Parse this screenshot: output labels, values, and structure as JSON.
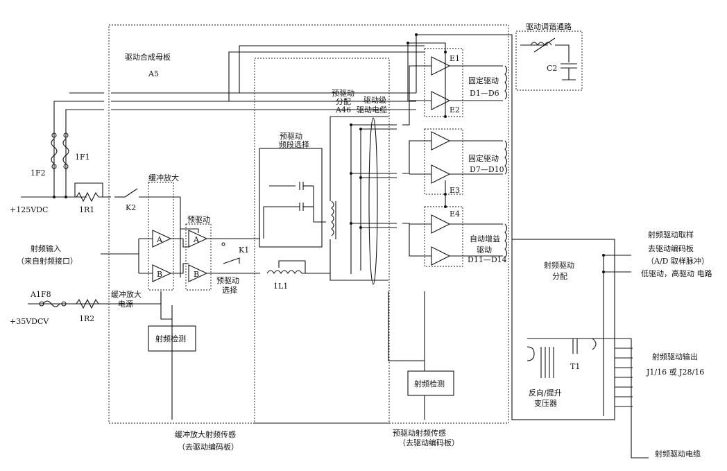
{
  "labels": {
    "drive_tuning_path": "驱动调谐通路",
    "drive_combiner_board": "驱动合成母板",
    "a5": "A5",
    "e1": "E1",
    "e2": "E2",
    "e3": "E3",
    "e4": "E4",
    "c2": "C2",
    "fixed_drive_1": "固定驱动",
    "d1_d6": "D1—D6",
    "fixed_drive_2": "固定驱动",
    "d7_d10": "D7—D10",
    "auto_gain_drive_1": "自动增益",
    "auto_gain_drive_2": "驱动",
    "d11_d14": "D11—D14",
    "predrive_dist_1": "预驱动",
    "predrive_dist_2": "分配",
    "a46": "A46",
    "drive_stage_cable_1": "驱动级",
    "drive_stage_cable_2": "驱动电缆",
    "predrive_band_select_1": "预驱动",
    "predrive_band_select_2": "频段选择",
    "f2": "1F2",
    "f1": "1F1",
    "buffer_amp": "缓冲放大",
    "predrive": "预驱动",
    "plus_125vdc": "+125VDC",
    "r1": "1R1",
    "k2": "K2",
    "k1": "K1",
    "amp_a1": "A",
    "amp_b1": "B",
    "amp_a2": "A",
    "amp_b2": "B",
    "rf_input": "射频输入",
    "from_rf_port": "（来自射频接口）",
    "predrive_select_1": "预驱动",
    "predrive_select_2": "选择",
    "l1": "1L1",
    "a1f8": "A1F8",
    "buffer_amp_power_1": "缓冲放大",
    "buffer_amp_power_2": "电源",
    "plus_35vdcv": "+35VDCV",
    "r2": "1R2",
    "rf_detect_1": "射频检测",
    "rf_detect_2": "射频检测",
    "buffer_amp_rf_sense": "缓冲放大射频传感",
    "to_drive_encoder_1": "（去驱动编码板）",
    "predrive_rf_sense": "预驱动射频传感",
    "to_drive_encoder_2": "（去驱动编码板）",
    "rf_drive_sample": "射频驱动取样",
    "to_drive_encoder_board": "去驱动编码板",
    "ad_sample_pulse": "（A/D 取样脉冲）",
    "low_high_drive_circuit": "低驱动，高驱动 电路",
    "rf_drive_dist_1": "射频驱动",
    "rf_drive_dist_2": "分配",
    "t1": "T1",
    "reverse_boost_1": "反向/提升",
    "reverse_boost_2": "变压器",
    "rf_drive_output": "射频驱动输出",
    "j_ports": "J1/16 或 J28/16",
    "rf_drive_cable": "射频驱动电缆"
  }
}
